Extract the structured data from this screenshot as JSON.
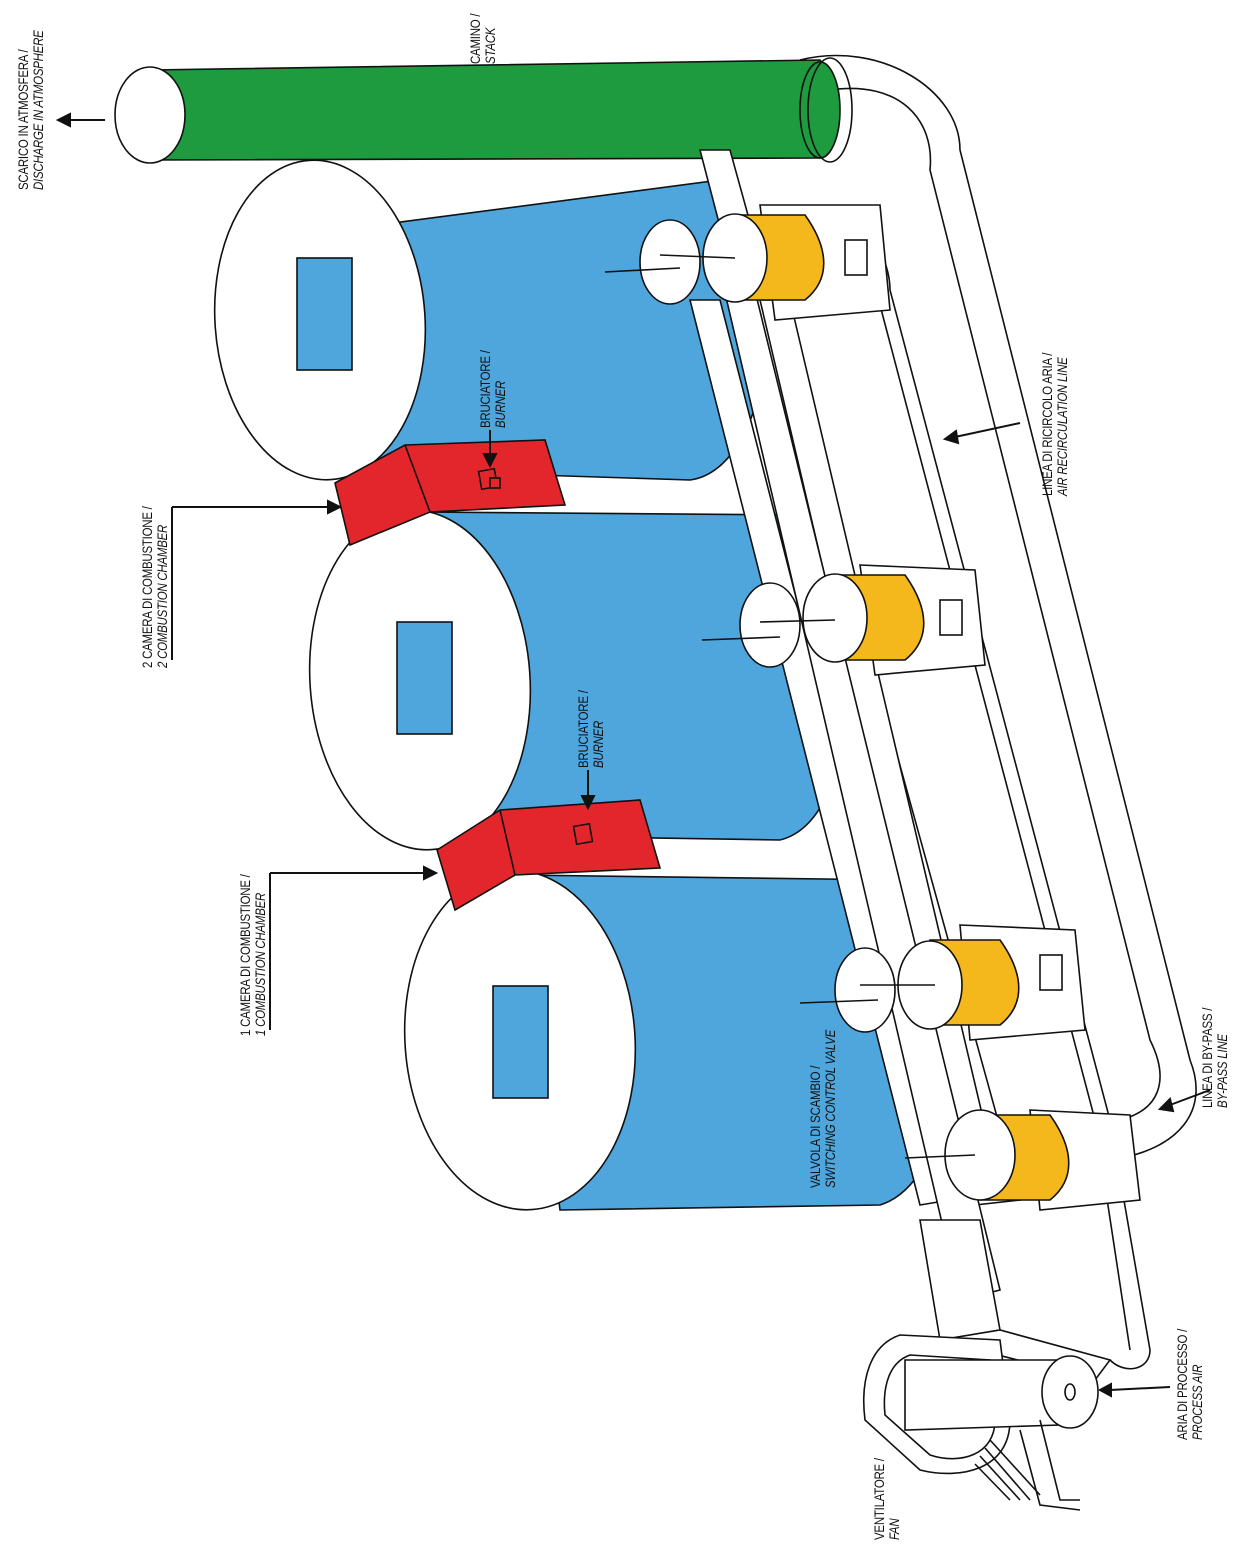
{
  "labels": {
    "stack": {
      "it": "CAMINO /",
      "en": "STACK"
    },
    "discharge": {
      "it": "SCARICO IN ATMOSFERA /",
      "en": "DISCHARGE IN ATMOSPHERE"
    },
    "chamber2": {
      "it": "2 CAMERA DI COMBUSTIONE /",
      "en": "2 COMBUSTION CHAMBER"
    },
    "chamber1": {
      "it": "1 CAMERA DI COMBUSTIONE /",
      "en": "1 COMBUSTION CHAMBER"
    },
    "burner_top": {
      "it": "BRUCIATORE /",
      "en": "BURNER"
    },
    "burner_bottom": {
      "it": "BRUCIATORE /",
      "en": "BURNER"
    },
    "recirculation": {
      "it": "LINEA DI RICIRCOLO ARIA /",
      "en": "AIR RECIRCULATION LINE"
    },
    "bypass": {
      "it": "LINEA DI BY-PASS /",
      "en": "BY-PASS LINE"
    },
    "valve": {
      "it": "VALVOLA DI SCAMBIO /",
      "en": "SWITCHING CONTROL VALVE"
    },
    "process_air": {
      "it": "ARIA DI PROCESSO /",
      "en": "PROCESS AIR"
    },
    "fan": {
      "it": "VENTILATORE /",
      "en": "FAN"
    }
  },
  "colors": {
    "stack": "#1e9a3f",
    "chamber": "#4ea6dd",
    "burner": "#e3262b",
    "valve_actuator": "#f5b81c",
    "outline": "#111111"
  }
}
